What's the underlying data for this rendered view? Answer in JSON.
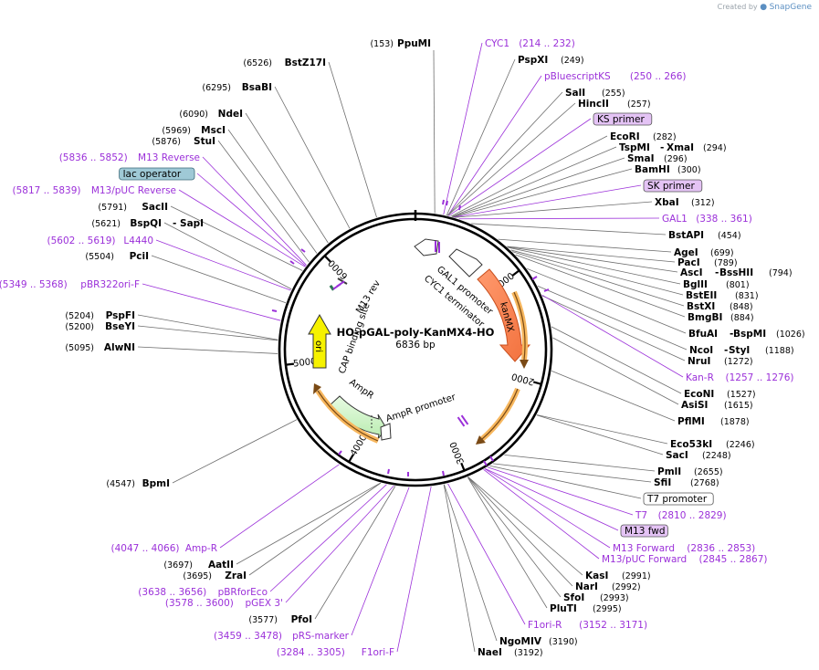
{
  "brand": {
    "created_by": "Created by",
    "name": "SnapGene"
  },
  "plasmid": {
    "name": "HO-pGAL-poly-KanMX4-HO",
    "length": "6836 bp"
  },
  "ticks": [
    "1000",
    "2000",
    "3000",
    "4000",
    "5000",
    "6000"
  ],
  "features": {
    "kanmx": "kanMX",
    "gal1": "GAL1 promoter",
    "cyc1": "CYC1 terminator",
    "ampr": "AmpR",
    "ampr_promoter": "AmpR promoter",
    "ori": "ori",
    "cap": "CAP binding site",
    "m13rev": "M13 rev"
  },
  "labels": [
    {
      "id": "ppumi",
      "kind": "site",
      "pos": "(153)",
      "name": "PpuMI"
    },
    {
      "id": "cyc1",
      "kind": "feature",
      "name": "CYC1",
      "pos": "(214 .. 232)"
    },
    {
      "id": "pspxi",
      "kind": "site",
      "name": "PspXI",
      "pos": "(249)"
    },
    {
      "id": "pbluescriptks",
      "kind": "feature",
      "name": "pBluescriptKS",
      "pos": "(250 .. 266)"
    },
    {
      "id": "sali",
      "kind": "site",
      "name": "SalI",
      "pos": "(255)"
    },
    {
      "id": "hincii",
      "kind": "site",
      "name": "HincII",
      "pos": "(257)"
    },
    {
      "id": "ksprimer",
      "kind": "boxp",
      "name": "KS primer"
    },
    {
      "id": "ecori",
      "kind": "site",
      "name": "EcoRI",
      "pos": "(282)"
    },
    {
      "id": "tspmi",
      "kind": "site",
      "name": "TspMI",
      "pos": ""
    },
    {
      "id": "xmai",
      "kind": "site",
      "name": "XmaI",
      "pos": "(294)"
    },
    {
      "id": "smai",
      "kind": "site",
      "name": "SmaI",
      "pos": "(296)"
    },
    {
      "id": "bamhi",
      "kind": "site",
      "name": "BamHI",
      "pos": "(300)"
    },
    {
      "id": "skprimer",
      "kind": "boxp",
      "name": "SK primer"
    },
    {
      "id": "xbai",
      "kind": "site",
      "name": "XbaI",
      "pos": "(312)"
    },
    {
      "id": "gal1",
      "kind": "feature",
      "name": "GAL1",
      "pos": "(338 .. 361)"
    },
    {
      "id": "bstapi",
      "kind": "site",
      "name": "BstAPI",
      "pos": "(454)"
    },
    {
      "id": "agei",
      "kind": "site",
      "name": "AgeI",
      "pos": "(699)"
    },
    {
      "id": "paci",
      "kind": "site",
      "name": "PacI",
      "pos": "(789)"
    },
    {
      "id": "asci",
      "kind": "site",
      "name": "AscI",
      "pos": ""
    },
    {
      "id": "bsshii",
      "kind": "site",
      "name": "BssHII",
      "pos": "(794)"
    },
    {
      "id": "bglii",
      "kind": "site",
      "name": "BglII",
      "pos": "(801)"
    },
    {
      "id": "bsteii",
      "kind": "site",
      "name": "BstEII",
      "pos": "(831)"
    },
    {
      "id": "bstxi",
      "kind": "site",
      "name": "BstXI",
      "pos": "(848)"
    },
    {
      "id": "bmgbi",
      "kind": "site",
      "name": "BmgBI",
      "pos": "(884)"
    },
    {
      "id": "bfuai",
      "kind": "site",
      "name": "BfuAI",
      "pos": ""
    },
    {
      "id": "bspmi",
      "kind": "site",
      "name": "BspMI",
      "pos": "(1026)"
    },
    {
      "id": "ncoi",
      "kind": "site",
      "name": "NcoI",
      "pos": ""
    },
    {
      "id": "styi",
      "kind": "site",
      "name": "StyI",
      "pos": "(1188)"
    },
    {
      "id": "nrui",
      "kind": "site",
      "name": "NruI",
      "pos": "(1272)"
    },
    {
      "id": "kanr",
      "kind": "feature",
      "name": "Kan-R",
      "pos": "(1257 .. 1276)"
    },
    {
      "id": "econi",
      "kind": "site",
      "name": "EcoNI",
      "pos": "(1527)"
    },
    {
      "id": "asisi",
      "kind": "site",
      "name": "AsiSI",
      "pos": "(1615)"
    },
    {
      "id": "pflmi",
      "kind": "site",
      "name": "PflMI",
      "pos": "(1878)"
    },
    {
      "id": "eco53ki",
      "kind": "site",
      "name": "Eco53kI",
      "pos": "(2246)"
    },
    {
      "id": "saci",
      "kind": "site",
      "name": "SacI",
      "pos": "(2248)"
    },
    {
      "id": "pmli",
      "kind": "site",
      "name": "PmlI",
      "pos": "(2655)"
    },
    {
      "id": "sfii",
      "kind": "site",
      "name": "SfiI",
      "pos": "(2768)"
    },
    {
      "id": "t7promoter",
      "kind": "boxw",
      "name": "T7 promoter"
    },
    {
      "id": "t7",
      "kind": "feature",
      "name": "T7",
      "pos": "(2810 .. 2829)"
    },
    {
      "id": "m13fwd",
      "kind": "boxp",
      "name": "M13 fwd"
    },
    {
      "id": "m13forward",
      "kind": "feature",
      "name": "M13 Forward",
      "pos": "(2836 .. 2853)"
    },
    {
      "id": "m13pucforward",
      "kind": "feature",
      "name": "M13/pUC Forward",
      "pos": "(2845 .. 2867)"
    },
    {
      "id": "kasi",
      "kind": "site",
      "name": "KasI",
      "pos": "(2991)"
    },
    {
      "id": "nari",
      "kind": "site",
      "name": "NarI",
      "pos": "(2992)"
    },
    {
      "id": "sfoi",
      "kind": "site",
      "name": "SfoI",
      "pos": "(2993)"
    },
    {
      "id": "pluti",
      "kind": "site",
      "name": "PluTI",
      "pos": "(2995)"
    },
    {
      "id": "f1orir",
      "kind": "feature",
      "name": "F1ori-R",
      "pos": "(3152 .. 3171)"
    },
    {
      "id": "ngomiv",
      "kind": "site",
      "name": "NgoMIV",
      "pos": "(3190)"
    },
    {
      "id": "naei",
      "kind": "site",
      "name": "NaeI",
      "pos": "(3192)"
    },
    {
      "id": "f1orif",
      "kind": "feature",
      "name": "F1ori-F",
      "pos": "(3284 .. 3305)"
    },
    {
      "id": "prsmarker",
      "kind": "feature",
      "name": "pRS-marker",
      "pos": "(3459 .. 3478)"
    },
    {
      "id": "pfoi",
      "kind": "site",
      "name": "PfoI",
      "pos": "(3577)"
    },
    {
      "id": "pgex3",
      "kind": "feature",
      "name": "pGEX 3'",
      "pos": "(3578 .. 3600)"
    },
    {
      "id": "pbrforeco",
      "kind": "feature",
      "name": "pBRforEco",
      "pos": "(3638 .. 3656)"
    },
    {
      "id": "zrai",
      "kind": "site",
      "name": "ZraI",
      "pos": "(3695)"
    },
    {
      "id": "aatii",
      "kind": "site",
      "name": "AatII",
      "pos": "(3697)"
    },
    {
      "id": "ampr",
      "kind": "feature",
      "name": "Amp-R",
      "pos": "(4047 .. 4066)"
    },
    {
      "id": "bpmi",
      "kind": "site",
      "name": "BpmI",
      "pos": "(4547)"
    },
    {
      "id": "alwni",
      "kind": "site",
      "name": "AlwNI",
      "pos": "(5095)"
    },
    {
      "id": "bseyi",
      "kind": "site",
      "name": "BseYI",
      "pos": "(5200)"
    },
    {
      "id": "pspfi",
      "kind": "site",
      "name": "PspFI",
      "pos": "(5204)"
    },
    {
      "id": "pbr322orif",
      "kind": "feature",
      "name": "pBR322ori-F",
      "pos": "(5349 .. 5368)"
    },
    {
      "id": "pcii",
      "kind": "site",
      "name": "PciI",
      "pos": "(5504)"
    },
    {
      "id": "l4440",
      "kind": "feature",
      "name": "L4440",
      "pos": "(5602 .. 5619)"
    },
    {
      "id": "bspqi",
      "kind": "site",
      "name": "BspQI",
      "pos": "(5621)"
    },
    {
      "id": "sapi",
      "kind": "site",
      "name": "SapI",
      "pos": ""
    },
    {
      "id": "sacii",
      "kind": "site",
      "name": "SacII",
      "pos": "(5791)"
    },
    {
      "id": "m13pucreverse",
      "kind": "feature",
      "name": "M13/pUC Reverse",
      "pos": "(5817 .. 5839)"
    },
    {
      "id": "lacoperator",
      "kind": "boxb",
      "name": "lac operator"
    },
    {
      "id": "m13reverse",
      "kind": "feature",
      "name": "M13 Reverse",
      "pos": "(5836 .. 5852)"
    },
    {
      "id": "stui",
      "kind": "site",
      "name": "StuI",
      "pos": "(5876)"
    },
    {
      "id": "msci",
      "kind": "site",
      "name": "MscI",
      "pos": "(5969)"
    },
    {
      "id": "ndei",
      "kind": "site",
      "name": "NdeI",
      "pos": "(6090)"
    },
    {
      "id": "bsabi",
      "kind": "site",
      "name": "BsaBI",
      "pos": "(6295)"
    },
    {
      "id": "bstz17i",
      "kind": "site",
      "name": "BstZ17I",
      "pos": "(6526)"
    }
  ]
}
